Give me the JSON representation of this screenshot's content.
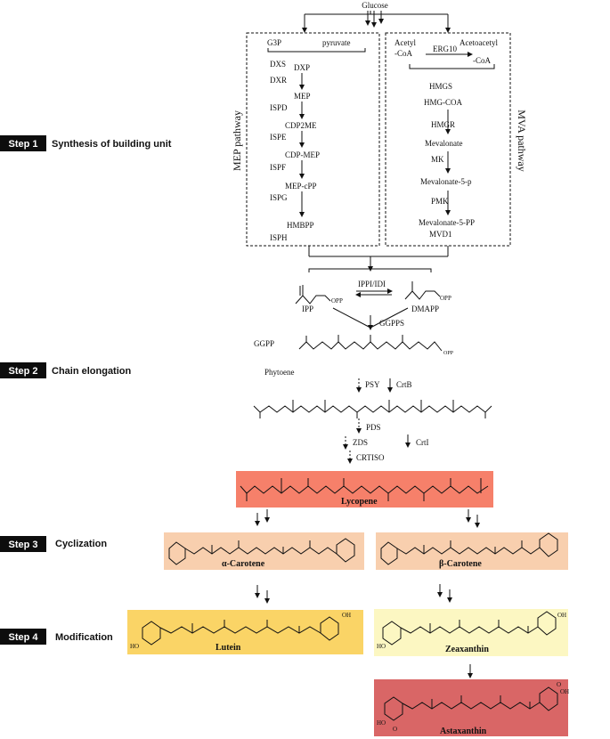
{
  "glucose": "Glucose",
  "steps": [
    {
      "label": "Step 1",
      "desc": "Synthesis of building unit"
    },
    {
      "label": "Step 2",
      "desc": "Chain elongation"
    },
    {
      "label": "Step 3",
      "desc": "Cyclization"
    },
    {
      "label": "Step 4",
      "desc": "Modification"
    }
  ],
  "mep": {
    "title": "MEP pathway",
    "g3p": "G3P",
    "pyruvate": "pyruvate",
    "dxs": "DXS",
    "dxp": "DXP",
    "dxr": "DXR",
    "mep": "MEP",
    "ispd": "ISPD",
    "cdp2me": "CDP2ME",
    "ispe": "ISPE",
    "cdpmep": "CDP-MEP",
    "ispf": "ISPF",
    "mepcpp": "MEP-cPP",
    "ispg": "ISPG",
    "hmbpp": "HMBPP",
    "isph": "ISPH"
  },
  "mva": {
    "title": "MVA pathway",
    "acetyl": "Acetyl",
    "coa1": "-CoA",
    "erg10": "ERG10",
    "acetoacetyl": "Acetoacetyl",
    "coa2": "-CoA",
    "hmgs": "HMGS",
    "hmgcoa": "HMG-COA",
    "hmgr": "HMGR",
    "mevalonate": "Mevalonate",
    "mk": "MK",
    "mev5p": "Mevalonate-5-p",
    "pmk": "PMK",
    "mev5pp": "Mevalonate-5-PP",
    "mvd1": "MVD1"
  },
  "ipp": {
    "ipp": "IPP",
    "opp1": "OPP",
    "ippi": "IPPI/IDI",
    "dmapp": "DMAPP",
    "opp2": "OPP",
    "ggpps": "GGPPS",
    "ggpp": "GGPP",
    "opp3": "OPP"
  },
  "phytoene": {
    "name": "Phytoene",
    "psy": "PSY",
    "crtb": "CrtB",
    "pds": "PDS",
    "zds": "ZDS",
    "crtiso": "CRTISO",
    "crti": "CrtI"
  },
  "carotenoids": {
    "lycopene": "Lycopene",
    "alpha": "α-Carotene",
    "beta": "β-Carotene",
    "lutein": "Lutein",
    "zeaxanthin": "Zeaxanthin",
    "astaxanthin": "Astaxanthin",
    "oh": "OH",
    "ho": "HO",
    "o": "O"
  },
  "colors": {
    "lycopene": "#f6806a",
    "carotene": "#f8cfae",
    "lutein": "#fad466",
    "zeaxanthin": "#fcf7c2",
    "astaxanthin": "#d96666"
  }
}
